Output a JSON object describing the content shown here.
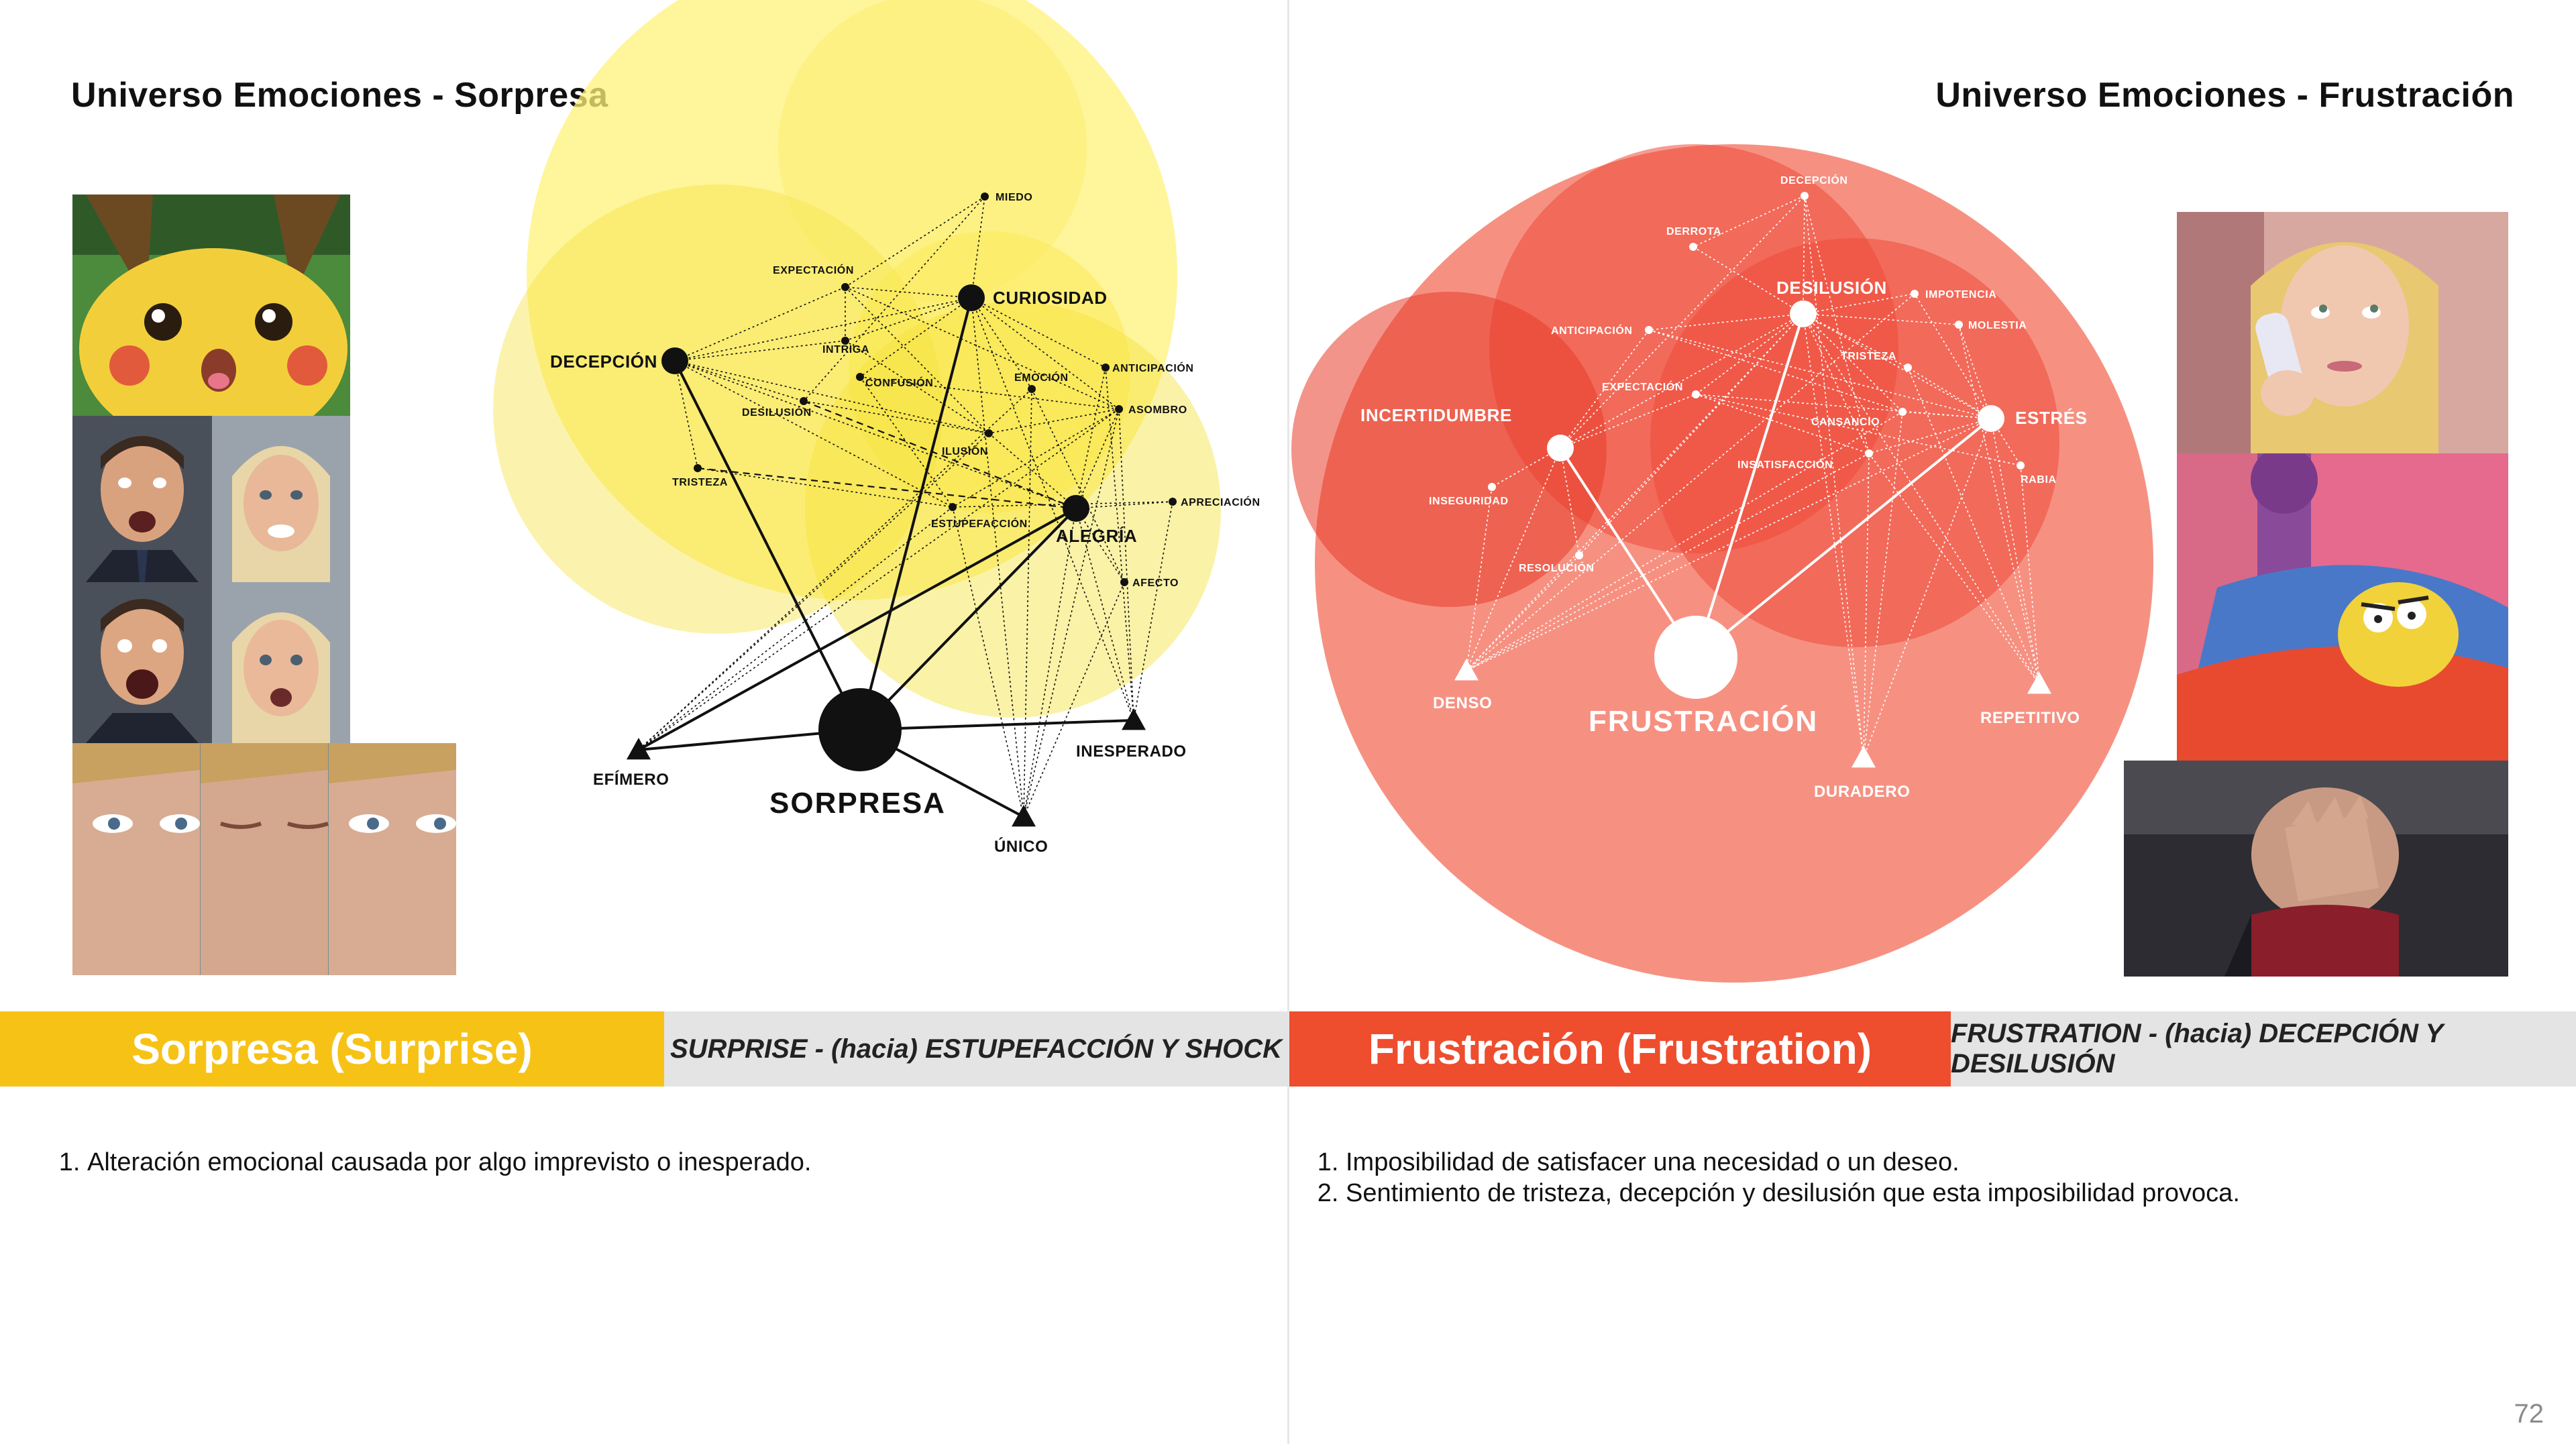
{
  "left": {
    "title": "Universo Emociones - Sorpresa",
    "banner_main": "Sorpresa (Surprise)",
    "banner_sub": "SURPRISE - (hacia) ESTUPEFACCIÓN Y SHOCK",
    "definitions": [
      "Alteración emocional causada por algo imprevisto o inesperado."
    ],
    "accent_color": "#f7c216",
    "bubble_color": "#fff27a",
    "memes": [
      {
        "name": "surprised-pikachu-image",
        "description": "surprised pikachu"
      },
      {
        "name": "surprised-man-image-1",
        "description": "surprised man"
      },
      {
        "name": "surprised-woman-image-1",
        "description": "surprised woman"
      },
      {
        "name": "surprised-man-image-2",
        "description": "surprised man"
      },
      {
        "name": "surprised-woman-image-2",
        "description": "surprised woman"
      },
      {
        "name": "blinking-guy-image",
        "description": "blinking guy"
      }
    ],
    "nodes": [
      {
        "id": "sorpresa",
        "label": "SORPRESA",
        "kind": "main"
      },
      {
        "id": "decepcion",
        "label": "DECEPCIÓN",
        "kind": "hub"
      },
      {
        "id": "curiosidad",
        "label": "CURIOSIDAD",
        "kind": "hub"
      },
      {
        "id": "alegria",
        "label": "ALEGRÍA",
        "kind": "hub"
      },
      {
        "id": "miedo",
        "label": "MIEDO",
        "kind": "minor"
      },
      {
        "id": "expectacion",
        "label": "EXPECTACIÓN",
        "kind": "minor"
      },
      {
        "id": "intriga",
        "label": "INTRIGA",
        "kind": "minor"
      },
      {
        "id": "confusion",
        "label": "CONFUSIÓN",
        "kind": "minor"
      },
      {
        "id": "desilusion",
        "label": "DESILUSIÓN",
        "kind": "minor"
      },
      {
        "id": "emocion",
        "label": "EMOCIÓN",
        "kind": "minor"
      },
      {
        "id": "anticipacion",
        "label": "ANTICIPACIÓN",
        "kind": "minor"
      },
      {
        "id": "asombro",
        "label": "ASOMBRO",
        "kind": "minor"
      },
      {
        "id": "ilusion",
        "label": "ILUSIÓN",
        "kind": "minor"
      },
      {
        "id": "tristeza",
        "label": "TRISTEZA",
        "kind": "minor"
      },
      {
        "id": "apreciacion",
        "label": "APRECIACIÓN",
        "kind": "minor"
      },
      {
        "id": "estupefaccion",
        "label": "ESTUPEFACCIÓN",
        "kind": "minor"
      },
      {
        "id": "afecto",
        "label": "AFECTO",
        "kind": "minor"
      },
      {
        "id": "efimero",
        "label": "EFÍMERO",
        "kind": "attribute"
      },
      {
        "id": "inesperado",
        "label": "INESPERADO",
        "kind": "attribute"
      },
      {
        "id": "unico",
        "label": "ÚNICO",
        "kind": "attribute"
      }
    ]
  },
  "right": {
    "title": "Universo Emociones - Frustración",
    "banner_main": "Frustración (Frustration)",
    "banner_sub": "FRUSTRATION - (hacia) DECEPCIÓN Y DESILUSIÓN",
    "definitions": [
      "Imposibilidad de satisfacer una necesidad o un deseo.",
      "Sentimiento de tristeza, decepción y desilusión que esta imposibilidad provoca."
    ],
    "accent_color": "#ee4d2e",
    "bubble_color": "#f45a44",
    "memes": [
      {
        "name": "eye-roll-girl-image",
        "description": "eye roll on phone"
      },
      {
        "name": "angry-homer-image",
        "description": "angry homer in bed"
      },
      {
        "name": "facepalm-image",
        "description": "facepalm"
      }
    ],
    "nodes": [
      {
        "id": "frustracion",
        "label": "FRUSTRACIÓN",
        "kind": "main"
      },
      {
        "id": "desilusion",
        "label": "DESILUSIÓN",
        "kind": "hub"
      },
      {
        "id": "incertidumbre",
        "label": "INCERTIDUMBRE",
        "kind": "hub"
      },
      {
        "id": "estres",
        "label": "ESTRÉS",
        "kind": "hub"
      },
      {
        "id": "decepcion",
        "label": "DECEPCIÓN",
        "kind": "minor"
      },
      {
        "id": "derrota",
        "label": "DERROTA",
        "kind": "minor"
      },
      {
        "id": "anticipacion",
        "label": "ANTICIPACIÓN",
        "kind": "minor"
      },
      {
        "id": "impotencia",
        "label": "IMPOTENCIA",
        "kind": "minor"
      },
      {
        "id": "molestia",
        "label": "MOLESTIA",
        "kind": "minor"
      },
      {
        "id": "tristeza",
        "label": "TRISTEZA",
        "kind": "minor"
      },
      {
        "id": "expectacion",
        "label": "EXPECTACIÓN",
        "kind": "minor"
      },
      {
        "id": "cansancio",
        "label": "CANSANCIO",
        "kind": "minor"
      },
      {
        "id": "insatisfaccion",
        "label": "INSATISFACCIÓN",
        "kind": "minor"
      },
      {
        "id": "rabia",
        "label": "RABIA",
        "kind": "minor"
      },
      {
        "id": "inseguridad",
        "label": "INSEGURIDAD",
        "kind": "minor"
      },
      {
        "id": "resolucion",
        "label": "RESOLUCIÓN",
        "kind": "minor"
      },
      {
        "id": "denso",
        "label": "DENSO",
        "kind": "attribute"
      },
      {
        "id": "repetitivo",
        "label": "REPETITIVO",
        "kind": "attribute"
      },
      {
        "id": "duradero",
        "label": "DURADERO",
        "kind": "attribute"
      }
    ]
  },
  "page_number": "72"
}
